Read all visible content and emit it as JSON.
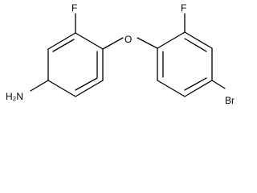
{
  "molecule": {
    "atoms": {
      "fluorine_left": "F",
      "oxygen_bridge": "O",
      "fluorine_right": "F",
      "amine": "H₂N",
      "bromine": "Br"
    }
  },
  "colors": {
    "bond": "#000000",
    "label": "#000000",
    "background": "#ffffff"
  }
}
